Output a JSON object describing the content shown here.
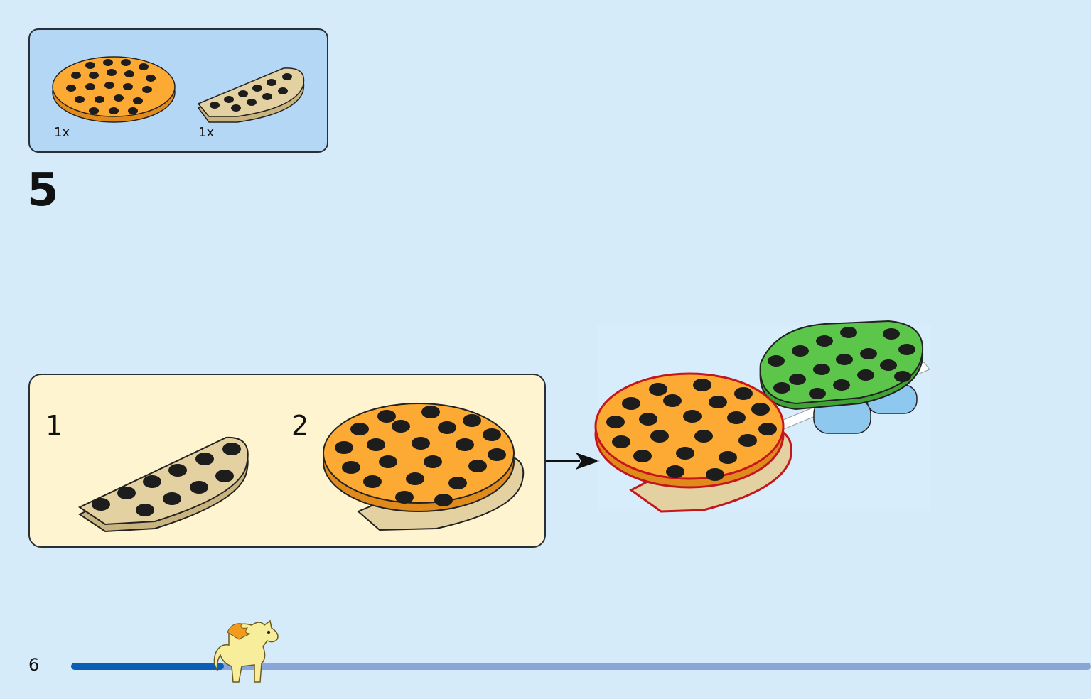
{
  "parts_list": {
    "items": [
      {
        "name": "orange-round-plate",
        "quantity": "1x"
      },
      {
        "name": "tan-half-round-plate",
        "quantity": "1x"
      }
    ]
  },
  "step": {
    "number": "5"
  },
  "substeps": [
    {
      "label": "1"
    },
    {
      "label": "2"
    }
  ],
  "page": {
    "number": "6",
    "progress": 0.15
  },
  "colors": {
    "background": "#d5ebfa",
    "parts_box": "#b3d7f4",
    "substep_box": "#fef4cf",
    "orange": "#fcaa33",
    "tan": "#e4d1a2",
    "green": "#5cc64a",
    "light_blue": "#8fc8ee",
    "highlight": "#c4161c",
    "progress_done": "#0a5fb4",
    "progress_rest": "#8aa6d8"
  },
  "icons": [
    "pony-icon",
    "arrow-right-icon"
  ]
}
